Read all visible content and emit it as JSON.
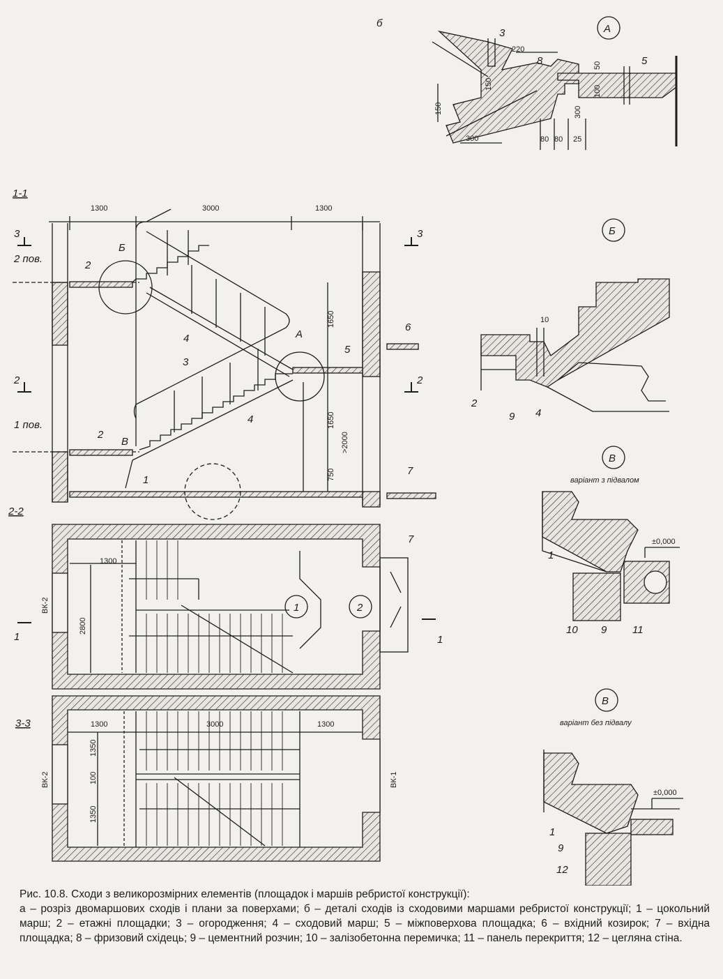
{
  "labels": {
    "b_letter": "б",
    "detail_A": "А",
    "detail_B": "Б",
    "detail_V": "В",
    "section_1_1": "1-1",
    "section_2_2": "2-2",
    "section_3_3": "3-3",
    "floor_2": "2 пов.",
    "floor_1": "1 пов.",
    "variant_basement": "варіант з підвалом",
    "variant_no_basement": "варіант без підвалу",
    "level_zero": "±0,000",
    "vk2": "ВК-2",
    "vk1": "ВК-1",
    "cut_1": "1",
    "cut_2": "2",
    "cut_3": "3",
    "circle_1": "1",
    "circle_2": "2"
  },
  "dims": {
    "d1300": "1300",
    "d3000": "3000",
    "d1650": "1650",
    "d750": "750",
    "d2000": ">2000",
    "d2800": "2800",
    "d1350": "1350",
    "d100": "100",
    "d220": "220",
    "d150": "150",
    "d300": "300",
    "d50": "50",
    "d80": "80",
    "d25": "25",
    "d10": "10"
  },
  "callouts": [
    "1",
    "2",
    "3",
    "4",
    "5",
    "6",
    "7",
    "8",
    "9",
    "10",
    "11",
    "12"
  ],
  "caption": {
    "title": "Рис. 10.8. Сходи з великорозмірних елементів (площадок і маршів ребристої конструкції):",
    "body": "а – розріз двомаршових сходів і плани за поверхами; б – деталі сходів із сходовими маршами ребристої конструкції; 1 – цокольний марш; 2 – етажні площадки; 3 – огородження; 4 – сходовий марш; 5 – міжповерхова площадка; 6 – вхідний козирок; 7 – вхідна площадка; 8 – фризовий східець; 9 – цементний розчин; 10 – залізобетонна перемичка; 11 – панель перекриття; 12 – цегляна стіна."
  }
}
